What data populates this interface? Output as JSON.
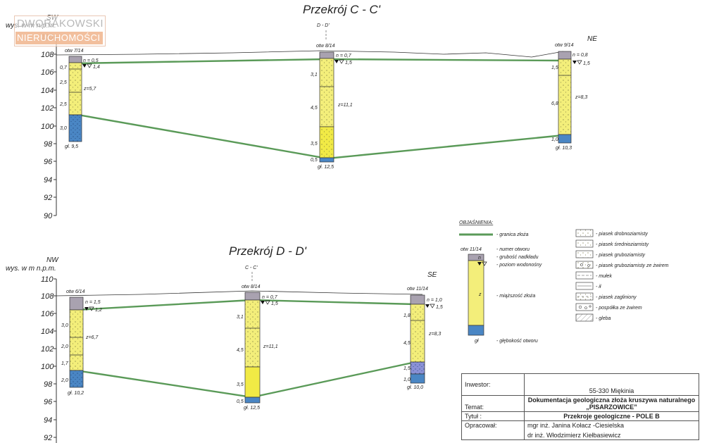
{
  "watermark": {
    "line1": "DWORAKOWSKI",
    "line2": "NIERUCHOMOŚCI"
  },
  "sections": [
    {
      "title": "Przekrój C - C'",
      "left_dir": "SW",
      "right_dir": "NE",
      "axis_label": "wys. w m n.p.m.",
      "cross_ref": "D - D'",
      "axis_ticks": [
        "110",
        "108",
        "106",
        "104",
        "102",
        "100",
        "98",
        "96",
        "94",
        "92",
        "90"
      ],
      "boreholes": [
        {
          "name": "otw 7/14",
          "n": "n = 0,5",
          "water": "1,4",
          "z": "z=5,7",
          "depth": "gł. 9,5",
          "layers": [
            "0,7",
            "2,5",
            "2,5",
            "3,0"
          ]
        },
        {
          "name": "otw 8/14",
          "n": "n = 0,7",
          "water": "1,5",
          "z": "z=11,1",
          "depth": "gł. 12,5",
          "layers": [
            "3,1",
            "4,5",
            "3,5",
            "0,5"
          ]
        },
        {
          "name": "otw 9/14",
          "n": "n = 0,8",
          "water": "1,5",
          "z": "z=8,3",
          "depth": "gł. 10,3",
          "layers": [
            "1,5",
            "6,8",
            "1,0"
          ]
        }
      ]
    },
    {
      "title": "Przekrój D - D'",
      "left_dir": "NW",
      "right_dir": "SE",
      "axis_label": "wys. w m n.p.m.",
      "cross_ref": "C - C'",
      "axis_ticks": [
        "110",
        "108",
        "106",
        "104",
        "102",
        "100",
        "98",
        "96",
        "94",
        "92"
      ],
      "boreholes": [
        {
          "name": "otw 6/14",
          "n": "n = 1,5",
          "water": "1,2",
          "z": "z=6,7",
          "depth": "gł. 10,2",
          "layers": [
            "3,0",
            "2,0",
            "1,7",
            "2,0"
          ]
        },
        {
          "name": "otw 8/14",
          "n": "n = 0,7",
          "water": "1,5",
          "z": "z=11,1",
          "depth": "gł. 12,5",
          "layers": [
            "3,1",
            "4,5",
            "3,5",
            "0,5"
          ]
        },
        {
          "name": "otw 11/14",
          "n": "n = 1,0",
          "water": "1,5",
          "z": "z=8,3",
          "depth": "gł. 10,0",
          "layers": [
            "1,8",
            "4,5",
            "1,5",
            "1,0"
          ]
        }
      ]
    }
  ],
  "legend": {
    "title": "OBJAŚNIENIA:",
    "deposit_boundary": "- granica złoża",
    "sample": {
      "name": "otw 11/14",
      "n": "n",
      "z": "z",
      "depth": "gł"
    },
    "sample_labels": [
      "- numer otworu",
      "- grubość nadkładu",
      "- poziom wodonośny",
      "- miąższość złoża",
      "- głębokość otworu"
    ],
    "lithology": [
      "- piasek drobnoziarnisty",
      "- piasek średnioziarnisty",
      "- piasek gruboziarnisty",
      "- piasek gruboziarnisty ze żwirem",
      "- mułek",
      "- ił",
      "- piasek zagliniony",
      "- pospółka ze żwirem",
      "- gleba"
    ]
  },
  "title_block": {
    "investor_label": "Inwestor:",
    "investor_address": "55-330 Miękinia",
    "topic_label": "Temat:",
    "topic_line1": "Dokumentacja geologiczna złoża kruszywa naturalnego",
    "topic_line2": "„PISARZOWICE”",
    "title_label": "Tytuł :",
    "title_value": "Przekroje geologiczne - POLE B",
    "authors_label": "Opracował:",
    "author1": "mgr inż. Janina Kołacz -Ciesielska",
    "author2": "dr inż. Włodzimierz Kiełbasiewicz"
  },
  "colors": {
    "deposit": "#f3ee7a",
    "deposit_strong": "#f1ea45",
    "overburden": "#a9a2b0",
    "water_zone": "#4a86c4",
    "boundary": "#5a9a58"
  }
}
